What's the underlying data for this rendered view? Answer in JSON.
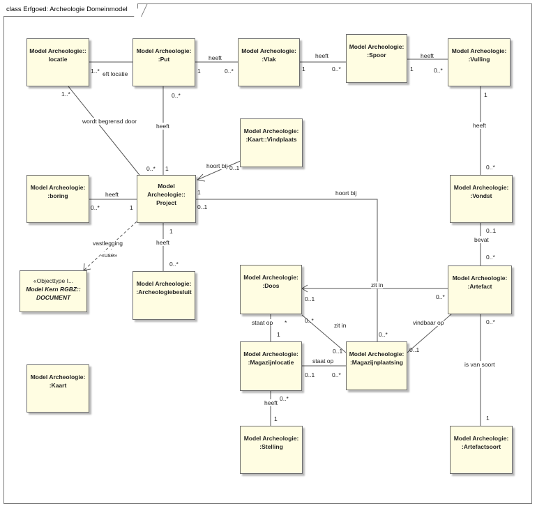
{
  "frame_title": "class Erfgoed: Archeologie Domeinmodel",
  "nodes": {
    "locatie": {
      "l1": "Model Archeologie::",
      "l2": "locatie"
    },
    "put": {
      "l1": "Model Archeologie:",
      "l2": ":Put"
    },
    "vlak": {
      "l1": "Model Archeologie:",
      "l2": ":Vlak"
    },
    "spoor": {
      "l1": "Model Archeologie:",
      "l2": ":Spoor"
    },
    "vulling": {
      "l1": "Model Archeologie:",
      "l2": ":Vulling"
    },
    "vindplaats": {
      "l1": "Model Archeologie:",
      "l2": ":Kaart::Vindplaats"
    },
    "boring": {
      "l1": "Model Archeologie:",
      "l2": ":boring"
    },
    "project": {
      "l1": "Model",
      "l2": "Archeologie::",
      "l3": "Project"
    },
    "vondst": {
      "l1": "Model Archeologie:",
      "l2": ":Vondst"
    },
    "document": {
      "l1": "«Objecttype I...",
      "l2": "Model Kern RGBZ::",
      "l3": "DOCUMENT"
    },
    "archeologiebesluit": {
      "l1": "Model Archeologie:",
      "l2": ":Archeologiebesluit"
    },
    "doos": {
      "l1": "Model Archeologie:",
      "l2": ":Doos"
    },
    "artefact": {
      "l1": "Model Archeologie:",
      "l2": ":Artefact"
    },
    "kaart": {
      "l1": "Model Archeologie:",
      "l2": ":Kaart"
    },
    "magazijnlocatie": {
      "l1": "Model Archeologie:",
      "l2": ":Magazijnlocatie"
    },
    "magazijnplaatsing": {
      "l1": "Model Archeologie:",
      "l2": ":Magazijnplaatsing"
    },
    "stelling": {
      "l1": "Model Archeologie:",
      "l2": ":Stelling"
    },
    "artefactsoort": {
      "l1": "Model Archeologie:",
      "l2": ":Artefactsoort"
    }
  },
  "labels": {
    "loc_put_mult": "1..*",
    "loc_put_role": "eft locatie",
    "put_vlak_heeft": "heeft",
    "put_vlak_m1": "1",
    "put_vlak_m2": "0..*",
    "vlak_spoor_heeft": "heeft",
    "vlak_spoor_m1": "1",
    "vlak_spoor_m2": "0..*",
    "spoor_vul_heeft": "heeft",
    "spoor_vul_m1": "1",
    "spoor_vul_m2": "0..*",
    "loc_proj_m": "1..*",
    "loc_proj_role": "wordt begrensd door",
    "put_proj_m": "0..*",
    "put_proj_heeft": "heeft",
    "proj_top_m1": "0..*",
    "proj_top_m2": "1",
    "vind_hoort": "hoort bij",
    "vind_m": "0..1",
    "vul_vondst_m1": "1",
    "vul_vondst_heeft": "heeft",
    "vul_vondst_m2": "0..*",
    "bor_proj_heeft": "heeft",
    "bor_m": "0..*",
    "bor_proj_m": "1",
    "proj_mag_m1": "1",
    "proj_mag_m2": "0..1",
    "proj_mag_hoort": "hoort bij",
    "vondst_art_m1": "0..1",
    "vondst_art_bevat": "bevat",
    "vondst_art_m2": "0..*",
    "proj_doc_vast": "vastlegging",
    "proj_doc_dot": "·",
    "proj_doc_use": "«use»",
    "proj_bes_m1": "1",
    "proj_bes_heeft": "heeft",
    "proj_bes_m2": "0..*",
    "art_doos_zit": "zit in",
    "art_doos_m1": "0..1",
    "art_doos_m2": "0..*",
    "doos_plaats_m1": "0..*",
    "doos_plaats_zit": "zit in",
    "doos_ml_staat": "staat op",
    "doos_ml_m1": "*",
    "doos_ml_m2": "1",
    "art_plaats_vind": "vindbaar op",
    "art_plaats_m": "0..1",
    "mid_m": "0..*",
    "ml_plaats_m1": "0..1",
    "ml_plaats_staat": "staat op",
    "ml_plaats_m2": "0..1",
    "ml_plaats_m3": "0..*",
    "ml_st_heeft": "heeft",
    "ml_st_m1": "0..*",
    "ml_st_m2": "1",
    "art_soort_m1": "0..*",
    "art_soort_role": "is van soort",
    "art_soort_m2": "1"
  }
}
